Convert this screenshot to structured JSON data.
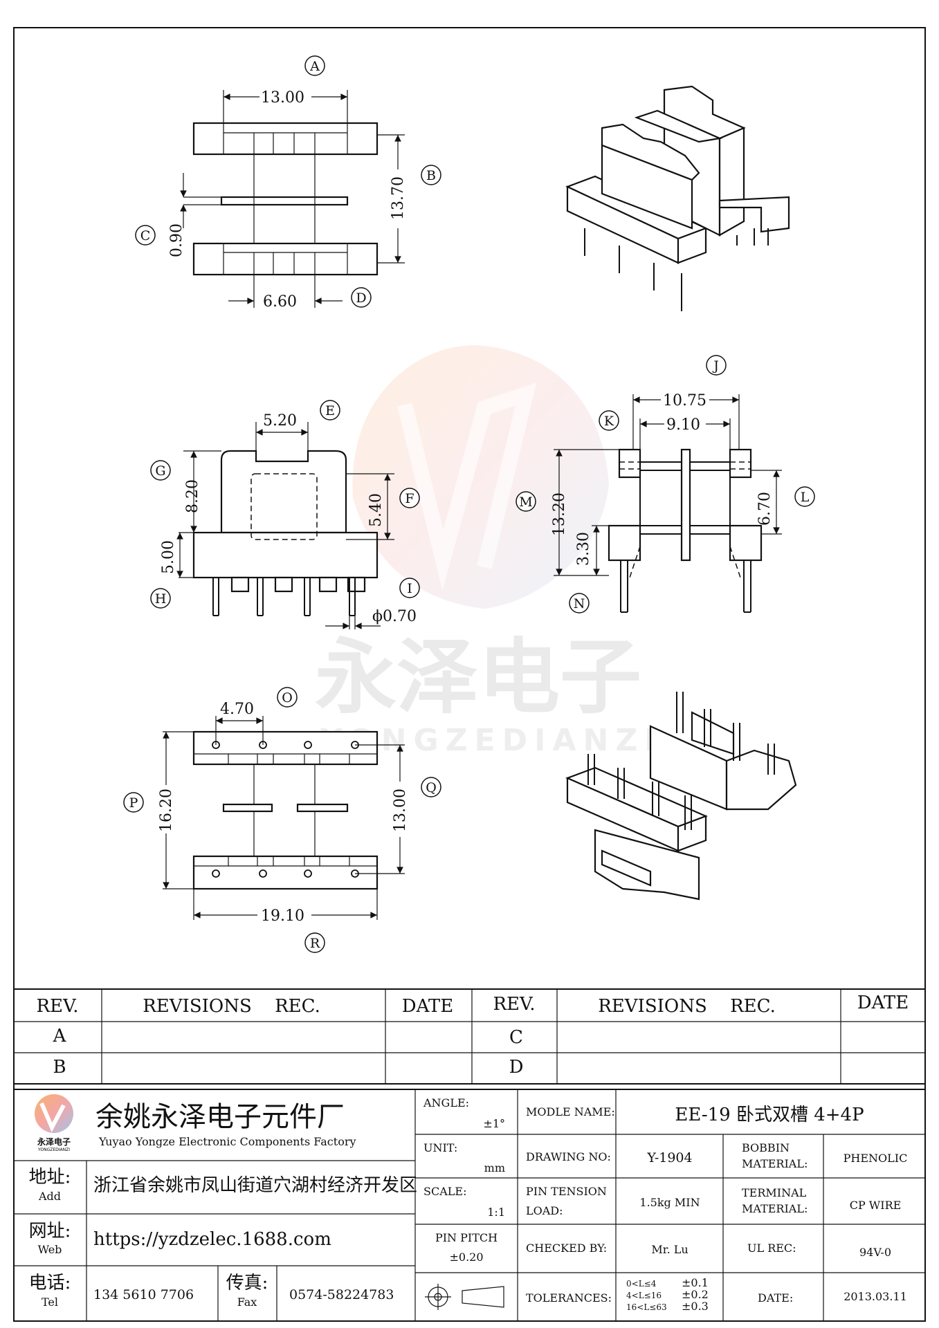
{
  "watermark": {
    "cn": "永泽电子",
    "en": "YONGZEDIANZI"
  },
  "dimensions": {
    "d_13_00": "13.00",
    "d_13_70": "13.70",
    "d_0_90": "0.90",
    "d_6_60": "6.60",
    "d_5_20": "5.20",
    "d_8_20": "8.20",
    "d_5_40": "5.40",
    "d_5_00": "5.00",
    "d_0_70": "ϕ0.70",
    "d_10_75": "10.75",
    "d_9_10": "9.10",
    "d_13_20": "13.20",
    "d_3_30": "3.30",
    "d_6_70": "6.70",
    "d_4_70": "4.70",
    "d_16_20": "16.20",
    "d_13_00b": "13.00",
    "d_19_10": "19.10"
  },
  "callouts": [
    "A",
    "B",
    "C",
    "D",
    "E",
    "F",
    "G",
    "H",
    "I",
    "J",
    "K",
    "L",
    "M",
    "N",
    "O",
    "P",
    "Q",
    "R"
  ],
  "revisions": {
    "headers": {
      "rev": "REV.",
      "revisions": "REVISIONS",
      "rec": "REC.",
      "date": "DATE"
    },
    "rows_left": [
      "A",
      "B"
    ],
    "rows_right": [
      "C",
      "D"
    ]
  },
  "company": {
    "logo_text": "永泽电子",
    "logo_sub": "YONGZEDIANZI",
    "name_cn": "余姚永泽电子元件厂",
    "name_en": "Yuyao Yongze Electronic Components Factory",
    "address_label_cn": "地址:",
    "address_label_en": "Add",
    "address": "浙江省余姚市凤山街道穴湖村经济开发区",
    "web_label_cn": "网址:",
    "web_label_en": "Web",
    "web": "https://yzdzelec.1688.com",
    "tel_label_cn": "电话:",
    "tel_label_en": "Tel",
    "tel": "134 5610 7706",
    "fax_label_cn": "传真:",
    "fax_label_en": "Fax",
    "fax": "0574-58224783"
  },
  "title_block": {
    "angle_label": "ANGLE:",
    "angle_value": "±1°",
    "unit_label": "UNIT:",
    "unit_value": "mm",
    "scale_label": "SCALE:",
    "scale_value": "1:1",
    "pin_pitch_label": "PIN PITCH",
    "pin_pitch_value": "±0.20",
    "model_label": "MODLE NAME:",
    "model_value": "EE-19 卧式双槽 4+4P",
    "drawing_label": "DRAWING NO:",
    "drawing_value": "Y-1904",
    "bobbin_label_1": "BOBBIN",
    "bobbin_label_2": "MATERIAL:",
    "bobbin_value": "PHENOLIC",
    "pin_tension_label_1": "PIN TENSION",
    "pin_tension_label_2": "LOAD:",
    "pin_tension_value": "1.5kg MIN",
    "terminal_label_1": "TERMINAL",
    "terminal_label_2": "MATERIAL:",
    "terminal_value": "CP WIRE",
    "checked_label": "CHECKED BY:",
    "checked_value": "Mr. Lu",
    "ul_label": "UL REC:",
    "ul_value": "94V-0",
    "tolerances_label": "TOLERANCES:",
    "tol_ranges": [
      "0<L≤4",
      "4<L≤16",
      "16<L≤63"
    ],
    "tol_values": [
      "±0.1",
      "±0.2",
      "±0.3"
    ],
    "date_label": "DATE:",
    "date_value": "2013.03.11"
  }
}
